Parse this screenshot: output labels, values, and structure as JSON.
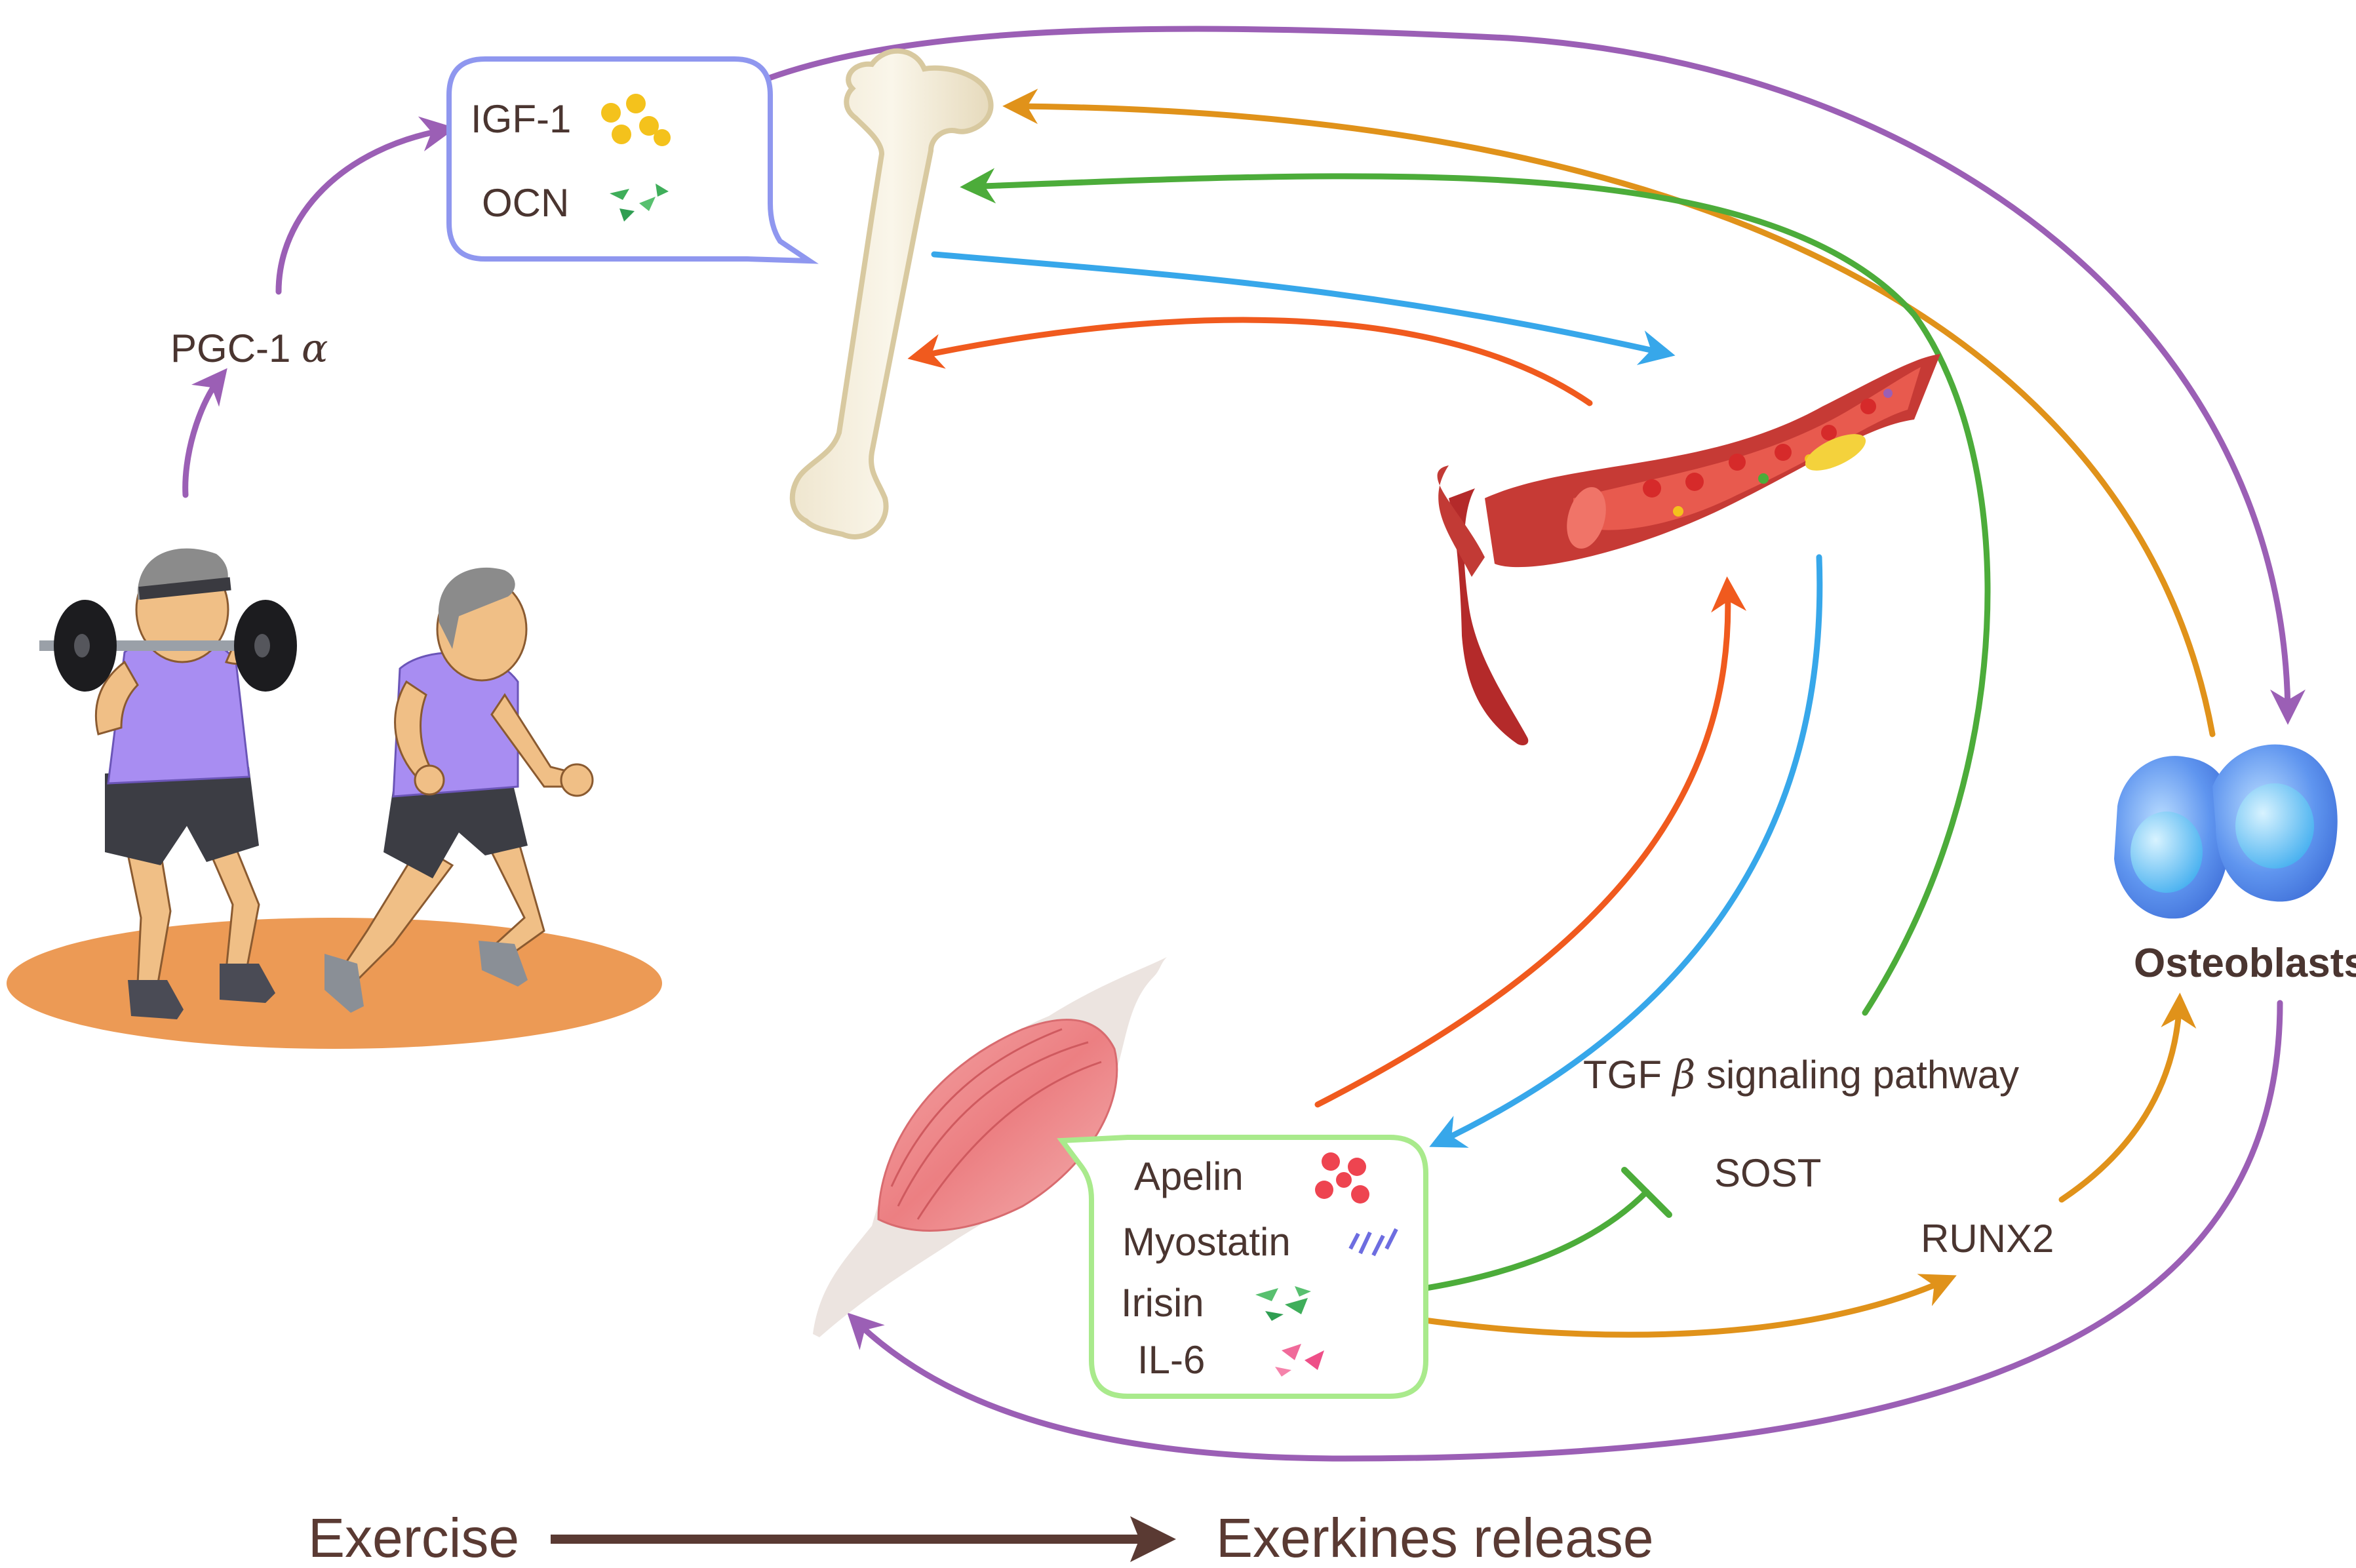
{
  "bubble_top": {
    "items": [
      {
        "label": "IGF-1",
        "icon": "yellow-dots-icon"
      },
      {
        "label": "OCN",
        "icon": "green-shards-icon"
      }
    ]
  },
  "bubble_muscle": {
    "items": [
      {
        "label": "Apelin",
        "icon": "red-dots-icon"
      },
      {
        "label": "Myostatin",
        "icon": "purple-dashes-icon"
      },
      {
        "label": "Irisin",
        "icon": "green-shards-icon"
      },
      {
        "label": "IL-6",
        "icon": "pink-shards-icon"
      }
    ]
  },
  "labels": {
    "pgc": "PGC-1",
    "pgc_greek": "α",
    "tgf": "TGF",
    "tgf_greek": "β",
    "tgf_rest": "signaling pathway",
    "sost": "SOST",
    "runx2": "RUNX2",
    "osteoblasts": "Osteoblasts"
  },
  "legend": {
    "left": "Exercise",
    "right": "Exerkines release"
  },
  "colors": {
    "purple": "#9b5fb5",
    "orange": "#e0921a",
    "green": "#4cac3a",
    "blue": "#37a7ea",
    "red": "#f05a1e",
    "brown_arrow": "#5a3a33",
    "bubble_top_border": "#8f97ef",
    "bubble_muscle_border": "#a9ea8c"
  }
}
